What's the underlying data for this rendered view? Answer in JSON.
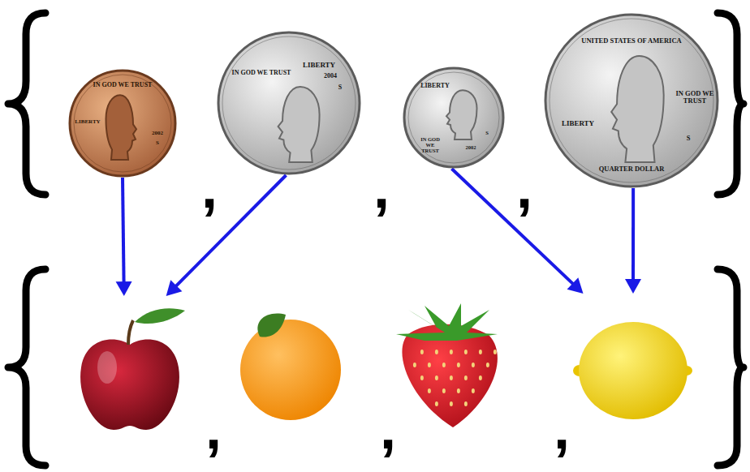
{
  "diagram": {
    "nodes": [
      {
        "text": [
          "IN GOD WE TRUST",
          "LIBERTY",
          "2002",
          "S"
        ]
      },
      {
        "text": [
          "IN GOD WE TRUST",
          "LIBERTY",
          "2004",
          "S"
        ]
      },
      {
        "text": [
          "LIBERTY",
          "IN GOD WE TRUST",
          "2002",
          "S"
        ]
      },
      {
        "text": [
          "UNITED STATES OF AMERICA",
          "LIBERTY",
          "IN GOD WE TRUST",
          "S",
          "QUARTER DOLLAR"
        ]
      },
      {
        "text": []
      },
      {
        "text": []
      },
      {
        "text": []
      },
      {
        "text": []
      }
    ],
    "edges": [
      {
        "from": 0,
        "to": 4,
        "arrow": "to"
      },
      {
        "from": 1,
        "to": 4,
        "arrow": "to"
      },
      {
        "from": 2,
        "to": 7,
        "arrow": "to"
      },
      {
        "from": 3,
        "to": 7,
        "arrow": "to"
      }
    ],
    "labels": [
      ",",
      ",",
      ",",
      ",",
      ",",
      ","
    ]
  }
}
